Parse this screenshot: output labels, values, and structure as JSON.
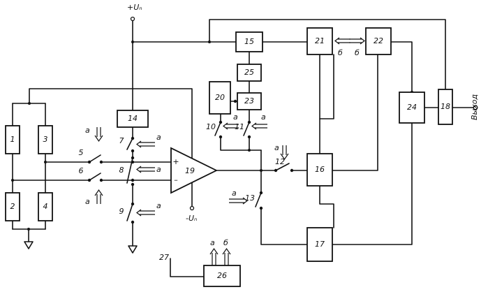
{
  "supply_plus": "+Uₙ",
  "supply_minus": "-Uₙ",
  "output_label": "Выход",
  "input_label": "27",
  "signal_a": "а",
  "signal_b": "б",
  "opamp": {
    "label": "19",
    "plus": "+",
    "minus": "–"
  },
  "boxes": [
    "1",
    "2",
    "3",
    "4",
    "14",
    "15",
    "25",
    "20",
    "23",
    "21",
    "22",
    "24",
    "18",
    "16",
    "17",
    "26"
  ],
  "switches": [
    "5",
    "6",
    "7",
    "8",
    "9",
    "10",
    "11",
    "12",
    "13"
  ]
}
